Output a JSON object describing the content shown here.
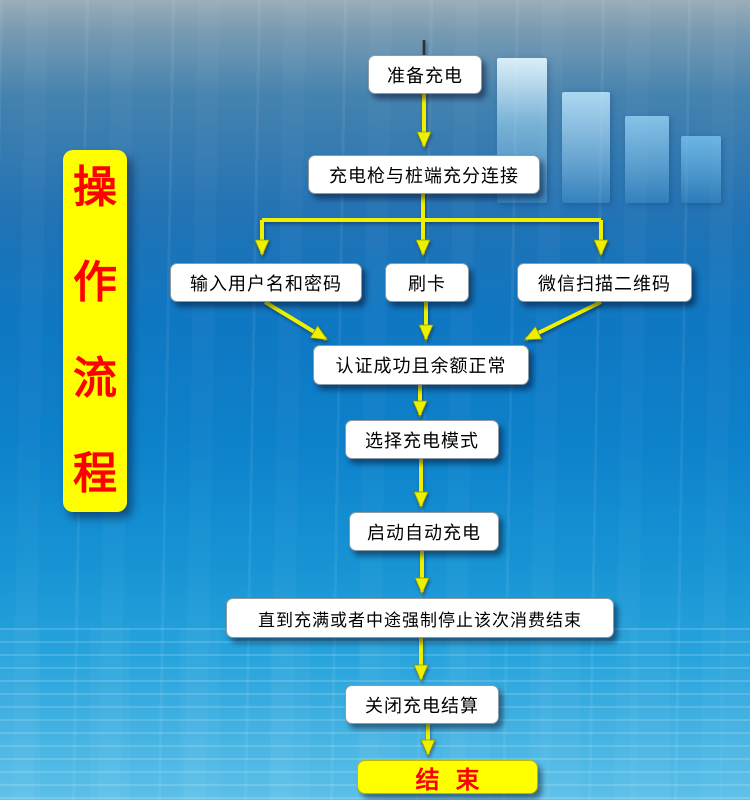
{
  "sidebar_label": {
    "text": "操作流程",
    "chars": [
      "操",
      "作",
      "流",
      "程"
    ]
  },
  "flow": {
    "start": "准备充电",
    "connect": "充电枪与桩端充分连接",
    "branch_login": "输入用户名和密码",
    "branch_card": "刷卡",
    "branch_wechat": "微信扫描二维码",
    "auth": "认证成功且余额正常",
    "select_mode": "选择充电模式",
    "auto_charge": "启动自动充电",
    "stop_condition": "直到充满或者中途强制停止该次消费结束",
    "settlement": "关闭充电结算",
    "end": "结束"
  },
  "colors": {
    "node_bg": "#ffffff",
    "node_text": "#000000",
    "accent_yellow": "#ffff00",
    "label_text": "#ff0000",
    "arrow": "#edf000"
  }
}
